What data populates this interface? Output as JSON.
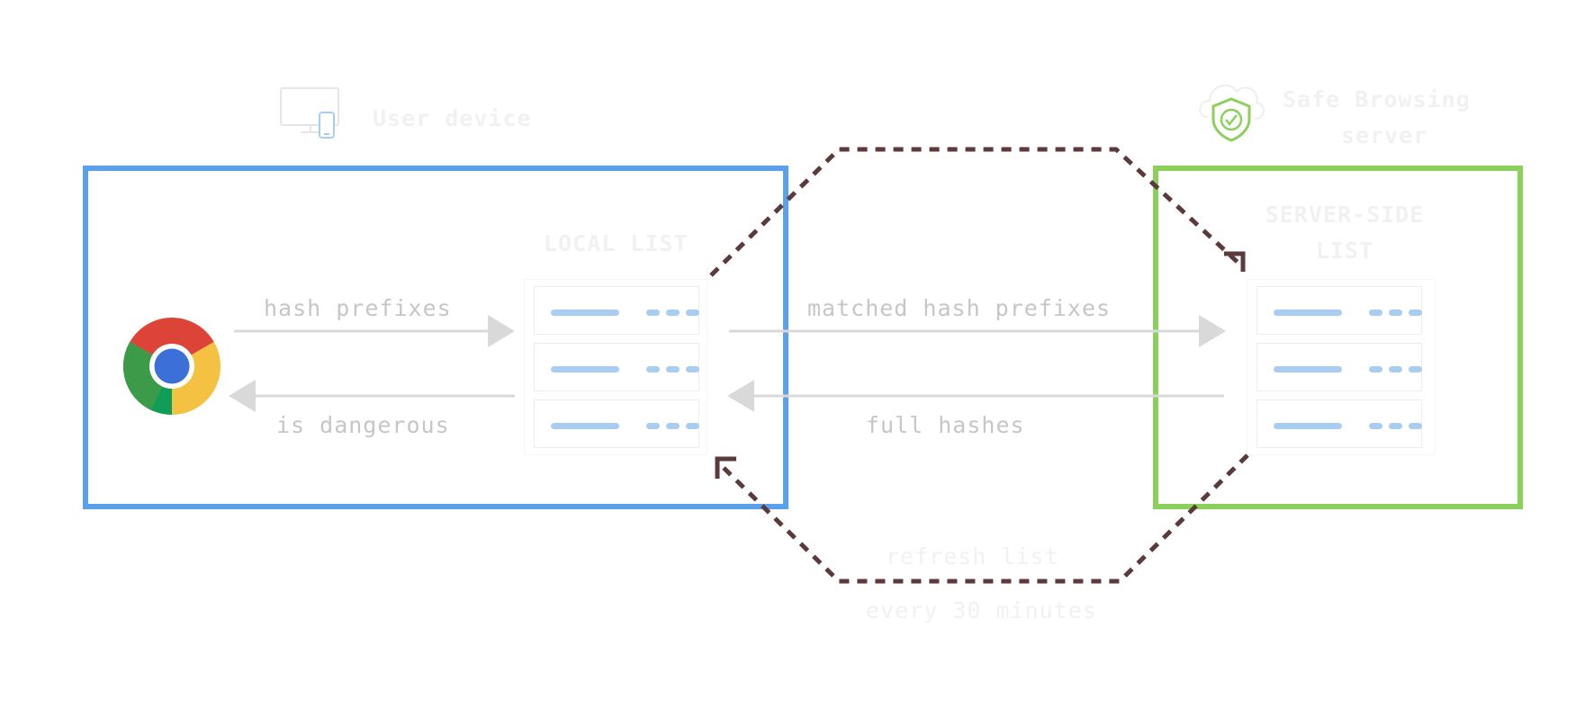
{
  "user_device": {
    "title": "User device"
  },
  "server": {
    "title_line1": "Safe Browsing",
    "title_line2": "server"
  },
  "local_list": {
    "title": "LOCAL LIST"
  },
  "server_list": {
    "title_line1": "SERVER-SIDE",
    "title_line2": "LIST"
  },
  "arrows": {
    "hash_prefixes": "hash prefixes",
    "is_dangerous": "is dangerous",
    "matched_hash_prefixes": "matched hash prefixes",
    "full_hashes": "full hashes"
  },
  "refresh": {
    "line1": "refresh list",
    "line2": "every 30 minutes"
  },
  "colors": {
    "user_device_border": "#5aa0ea",
    "server_border": "#8cd05c",
    "arrow": "#d9d9d9",
    "refresh_path": "#5b3a3c",
    "list_bar": "#a9cdf0"
  },
  "icons": {
    "browser": "chrome-logo-icon",
    "device": "desktop-phone-icon",
    "server": "cloud-shield-check-icon"
  }
}
